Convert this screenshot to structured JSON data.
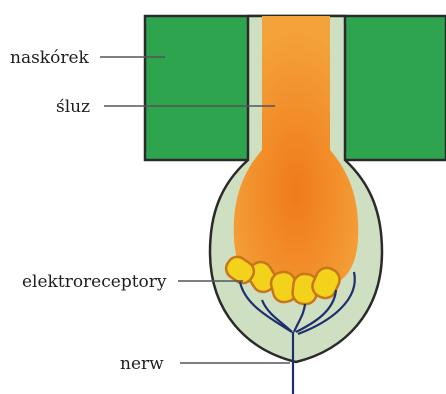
{
  "labels": {
    "epidermis": "naskórek",
    "mucus": "śluz",
    "receptors": "elektroreceptory",
    "nerve": "nerw"
  },
  "colors": {
    "epidermis": "#2ea44f",
    "outline": "#2a2a2a",
    "canal_wall": "#cfe0c2",
    "mucus": "#f08c1e",
    "receptor_fill": "#f2d21a",
    "receptor_stroke": "#c7771a",
    "nerve": "#1f2f6e",
    "leader_line": "#555555"
  },
  "receptor_count": 5
}
